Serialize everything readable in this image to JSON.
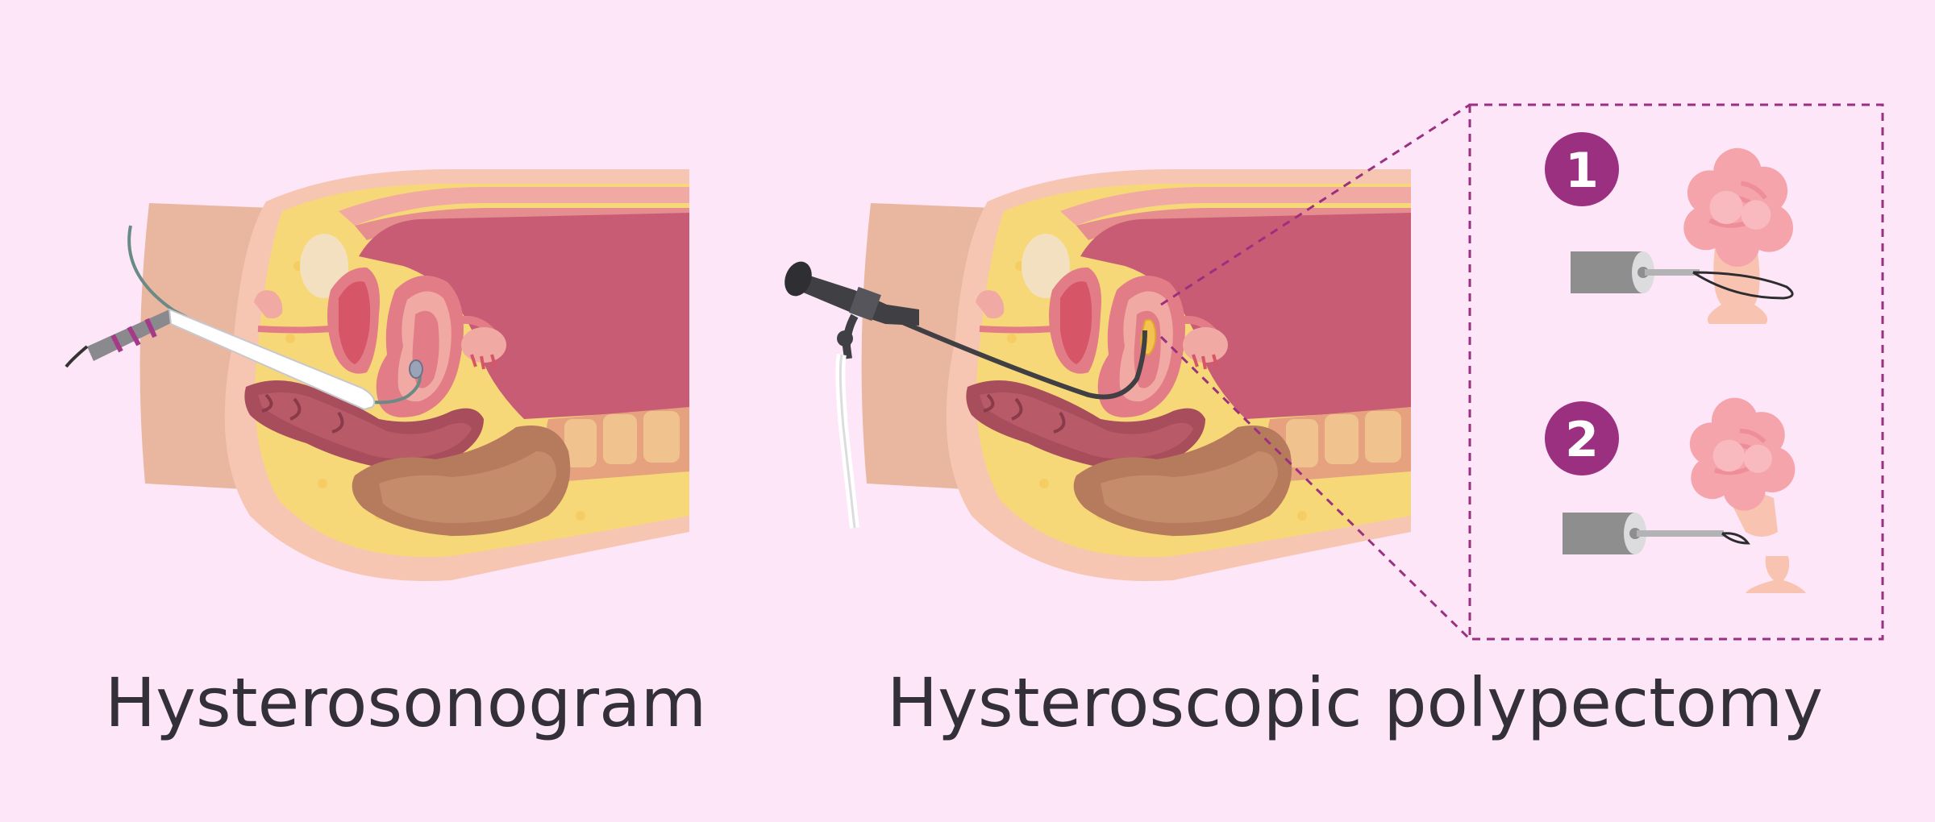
{
  "captions": {
    "left": "Hysterosonogram",
    "right": "Hysteroscopic polypectomy"
  },
  "steps": [
    {
      "number": "1"
    },
    {
      "number": "2"
    }
  ],
  "colors": {
    "background": "#fde6f8",
    "step_badge": "#9b2f80",
    "callout_border": "#9b2f80",
    "polyp": "#f5a4ac",
    "bladder": "#c85c74",
    "uterus": "#e27c86",
    "fat": "#f7d879",
    "skin": "#e9b7a0",
    "instrument_dark": "#3f3f44",
    "instrument_grey": "#8e8e8e",
    "caption_text": "#34303a"
  }
}
